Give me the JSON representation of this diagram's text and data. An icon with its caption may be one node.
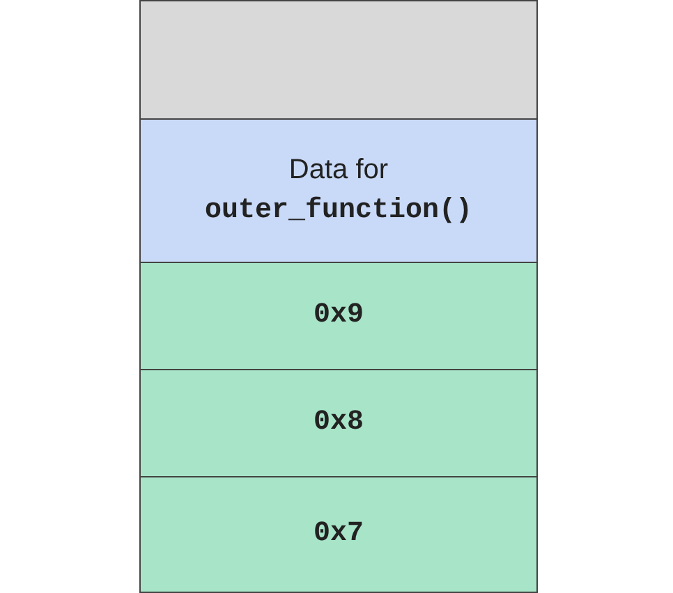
{
  "diagram": {
    "nodes": [
      {
        "text": [],
        "shape": "box"
      },
      {
        "text": [
          "Data for",
          "outer_function()"
        ]
      },
      {
        "text": [
          "0x9"
        ]
      },
      {
        "text": [
          "0x8"
        ]
      },
      {
        "text": [
          "0x7"
        ]
      }
    ]
  }
}
